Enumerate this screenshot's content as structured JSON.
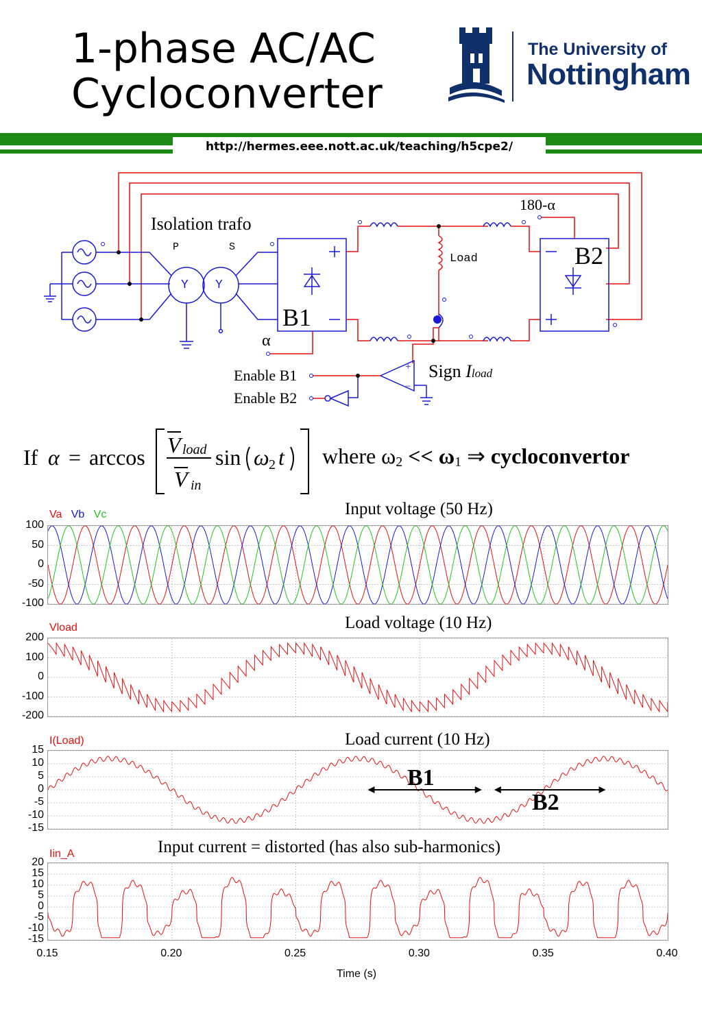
{
  "header": {
    "title": "1-phase AC/AC\nCycloconverter",
    "logo_line1": "The University of",
    "logo_line2": "Nottingham",
    "url": "http://hermes.eee.nott.ac.uk/teaching/h5cpe2/",
    "colors": {
      "brand_green": "#1e8a16",
      "brand_blue": "#10306b"
    }
  },
  "circuit": {
    "labels": {
      "isolation": "Isolation trafo",
      "p": "P",
      "s": "S",
      "y1": "Y",
      "y2": "Y",
      "b1": "B1",
      "b2": "B2",
      "load": "Load",
      "alpha": "α",
      "alpha2": "180-α",
      "enable_b1": "Enable B1",
      "enable_b2": "Enable B2",
      "sign": "Sign ",
      "iload": "I",
      "iload_sub": "load",
      "plus": "+",
      "minus": "−"
    }
  },
  "formula": {
    "if": "If",
    "alpha": "α",
    "eq": "=",
    "arccos": "arccos",
    "v": "V",
    "v_load_sub": "load",
    "v_in_sub": "in",
    "sin": "sin",
    "omega": "ω",
    "omega_sub": "2",
    "t": "t",
    "where": "where ω",
    "w2": "2",
    "ll": " << ω",
    "w1": "1",
    "implies": " ⇒ ",
    "result": "cycloconvertor"
  },
  "chart_data": [
    {
      "type": "line",
      "title": "Input voltage (50 Hz)",
      "x_range": [
        0.15,
        0.4
      ],
      "ylim": [
        -100,
        100
      ],
      "yticks": [
        "100",
        "50",
        "0",
        "-50",
        "-100"
      ],
      "series": [
        {
          "name": "Va",
          "color": "#e01010",
          "frequency_hz": 50,
          "amplitude": 100,
          "phase_deg": 0
        },
        {
          "name": "Vb",
          "color": "#1818d8",
          "frequency_hz": 50,
          "amplitude": 100,
          "phase_deg": -120
        },
        {
          "name": "Vc",
          "color": "#22c422",
          "frequency_hz": 50,
          "amplitude": 100,
          "phase_deg": 120
        }
      ]
    },
    {
      "type": "line",
      "title": "Load voltage (10 Hz)",
      "x_range": [
        0.15,
        0.4
      ],
      "ylim": [
        -200,
        200
      ],
      "yticks": [
        "200",
        "100",
        "0",
        "-100",
        "-200"
      ],
      "series": [
        {
          "name": "Vload",
          "color": "#e01010",
          "frequency_hz": 10,
          "envelope_peak": 150,
          "ripple_hz": 300
        }
      ]
    },
    {
      "type": "line",
      "title": "Load current (10 Hz)",
      "x_range": [
        0.15,
        0.4
      ],
      "ylim": [
        -15,
        15
      ],
      "yticks": [
        "15",
        "10",
        "5",
        "0",
        "-5",
        "-10",
        "-15"
      ],
      "series": [
        {
          "name": "I(Load)",
          "color": "#e01010",
          "frequency_hz": 10,
          "amplitude": 12,
          "ripple_hz": 300
        }
      ],
      "annotations": [
        {
          "label": "B1",
          "x_from": 0.279,
          "x_to": 0.325,
          "y": 0
        },
        {
          "label": "B2",
          "x_from": 0.33,
          "x_to": 0.375,
          "y": 0
        }
      ]
    },
    {
      "type": "line",
      "title": "Input current = distorted (has also sub-harmonics)",
      "x_range": [
        0.15,
        0.4
      ],
      "ylim": [
        -15,
        20
      ],
      "yticks": [
        "20",
        "15",
        "10",
        "5",
        "0",
        "-5",
        "-10",
        "-15"
      ],
      "xticks": [
        "0.15",
        "0.20",
        "0.25",
        "0.30",
        "0.35",
        "0.40"
      ],
      "xlabel": "Time (s)",
      "series": [
        {
          "name": "Iin_A",
          "color": "#e01010",
          "frequency_hz": 50,
          "peak": 15
        }
      ]
    }
  ]
}
